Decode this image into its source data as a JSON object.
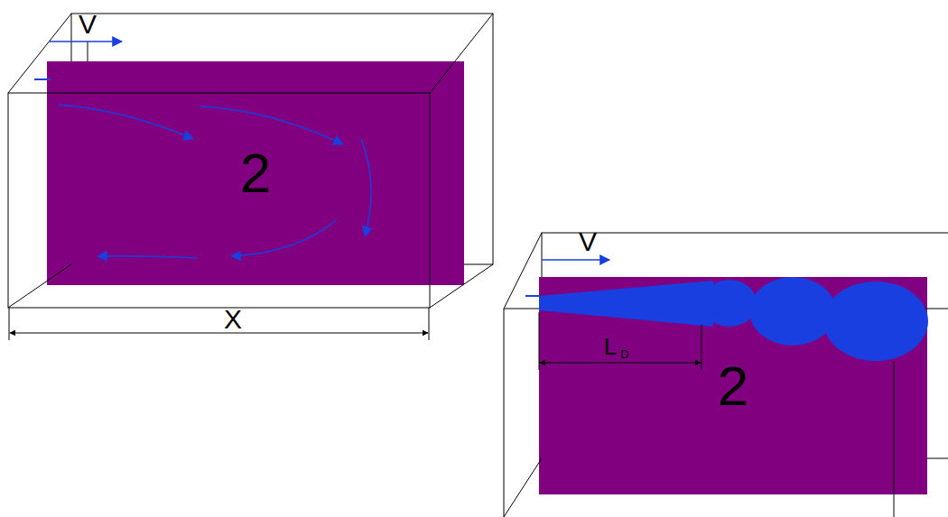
{
  "diagram": {
    "nodes": [
      {
        "text": [
          "2"
        ]
      },
      {
        "text": [
          "2"
        ]
      }
    ],
    "labels": [
      "V",
      "X",
      "V",
      "L",
      "D"
    ]
  }
}
